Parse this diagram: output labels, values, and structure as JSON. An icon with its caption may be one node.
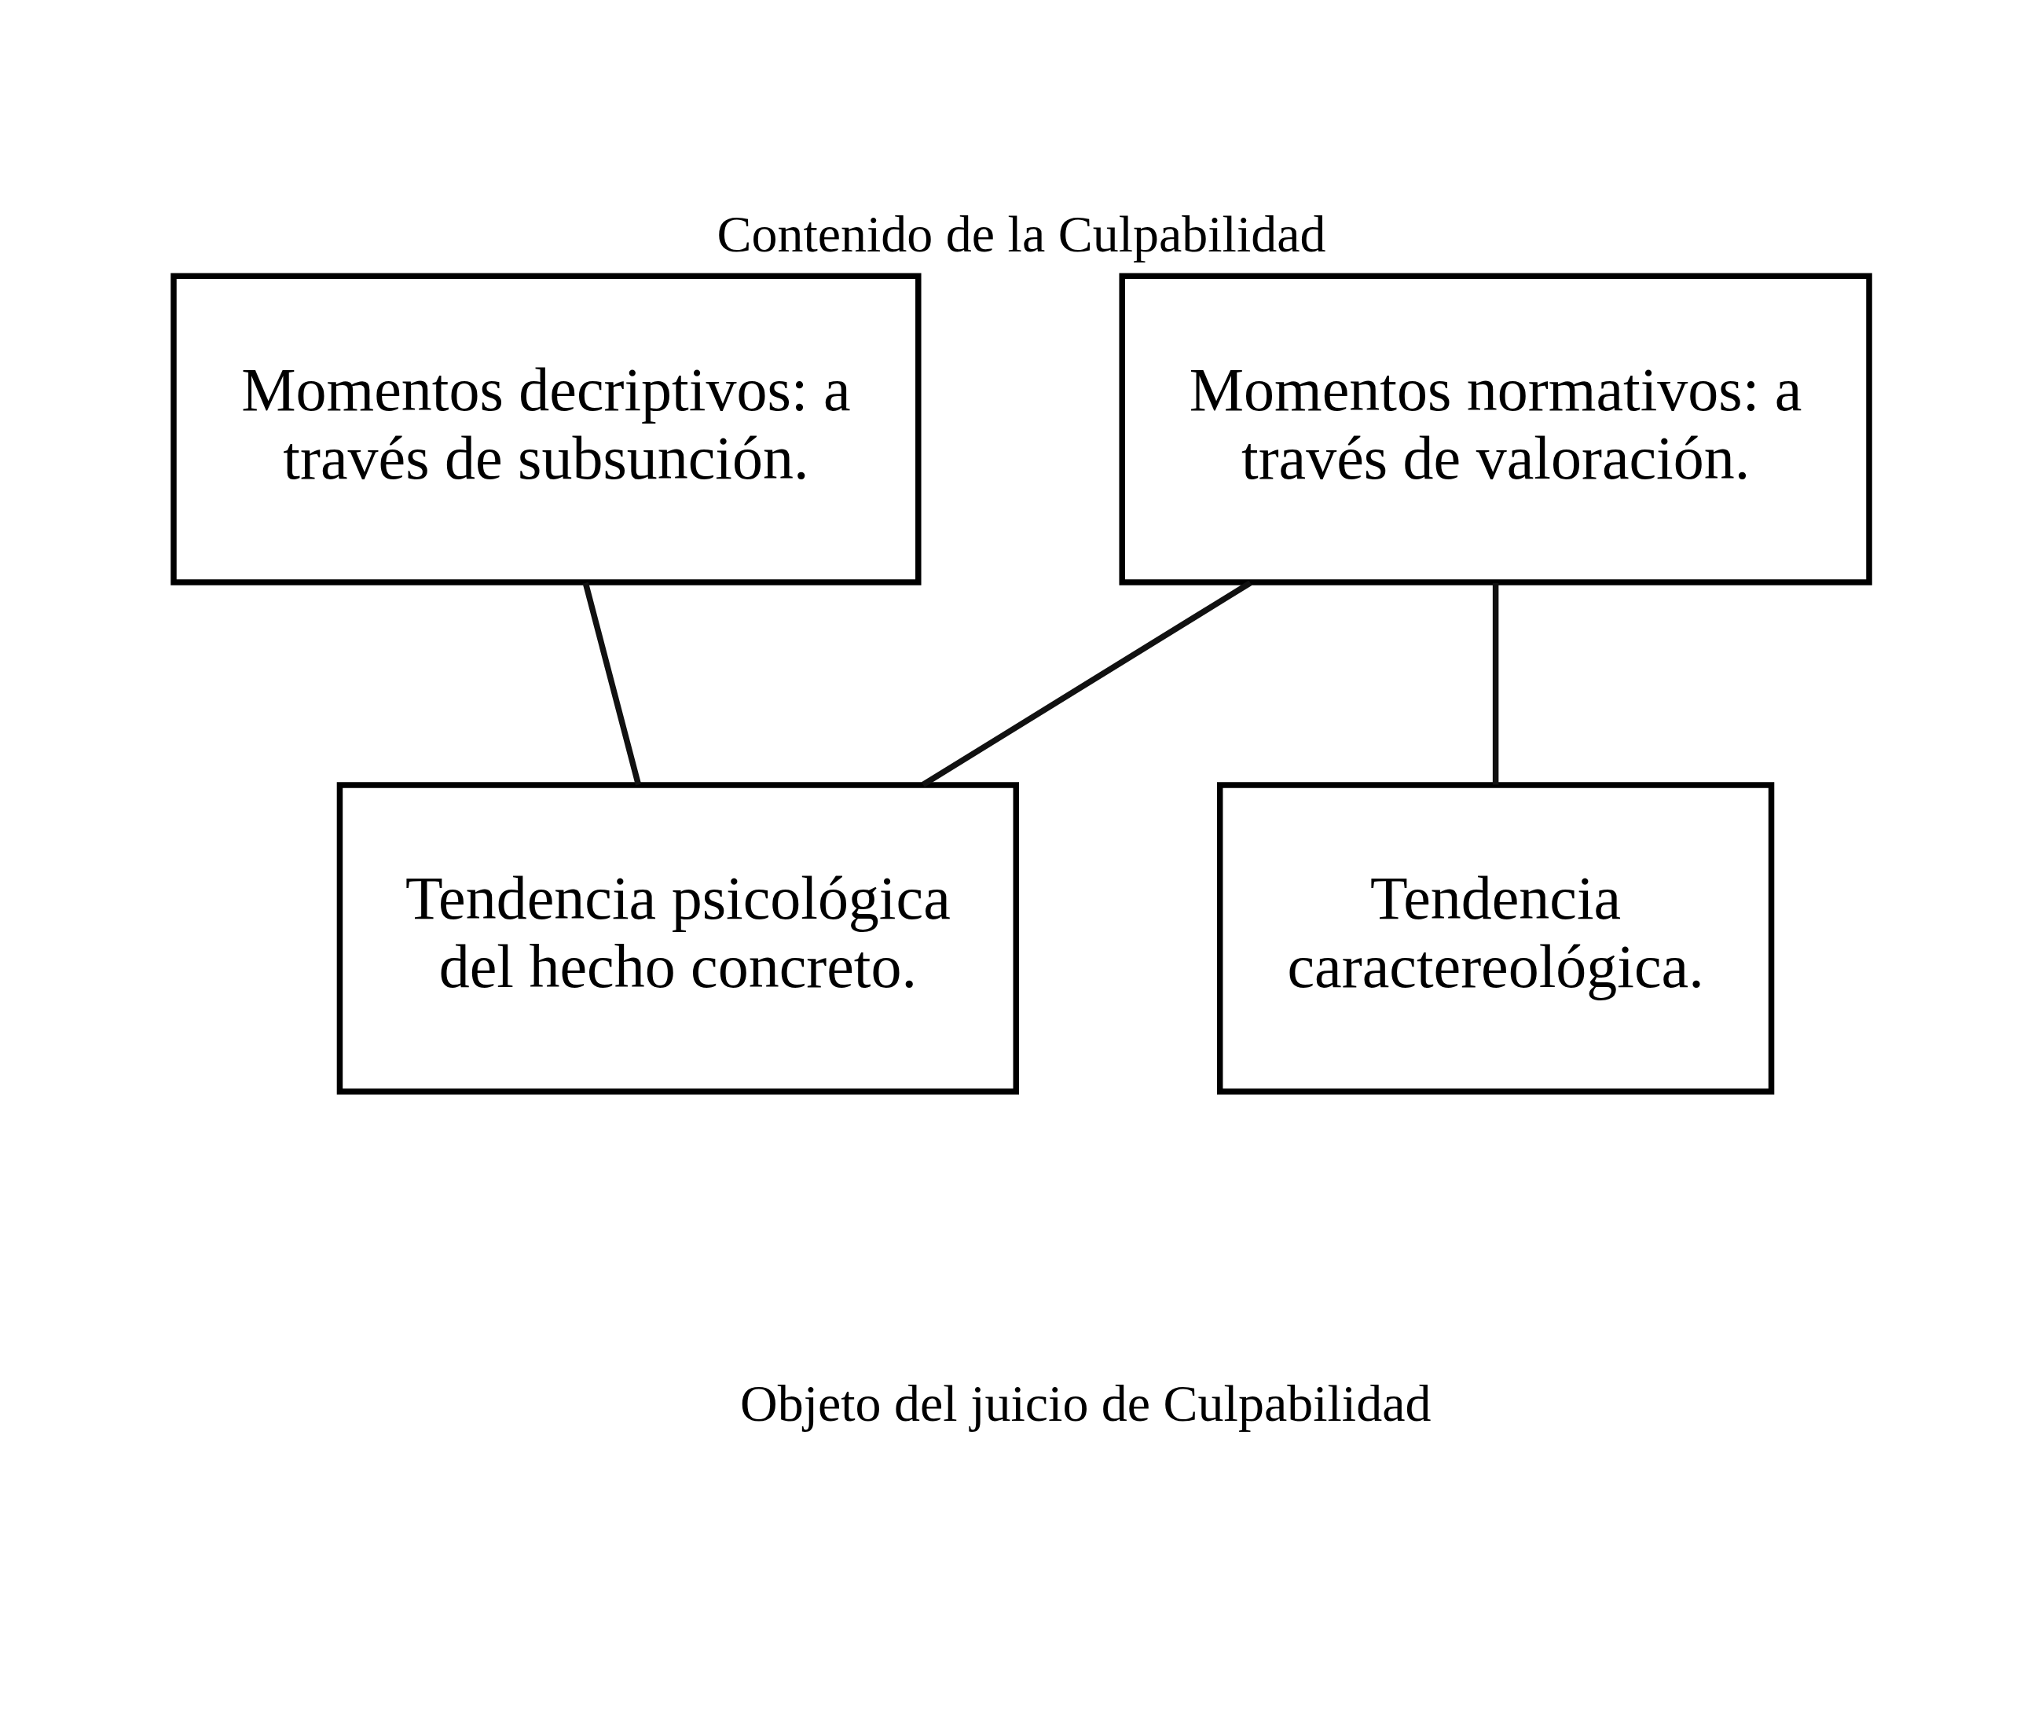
{
  "diagram": {
    "title": "Contenido de la Culpabilidad",
    "caption": "Objeto del juicio de Culpabilidad",
    "nodes": [
      {
        "text": [
          "Momentos decriptivos: a través de subsunción."
        ]
      },
      {
        "text": [
          "Momentos normativos: a través de valoración."
        ]
      },
      {
        "text": [
          "Tendencia caractereológica."
        ]
      },
      {
        "text": [
          "Tendencia psicológica del hecho concreto."
        ]
      }
    ],
    "edges": [
      {
        "from": 0,
        "to": 3,
        "arrow": "none"
      },
      {
        "from": 1,
        "to": 2,
        "arrow": "none"
      },
      {
        "from": 1,
        "to": 3,
        "arrow": "none"
      }
    ]
  }
}
